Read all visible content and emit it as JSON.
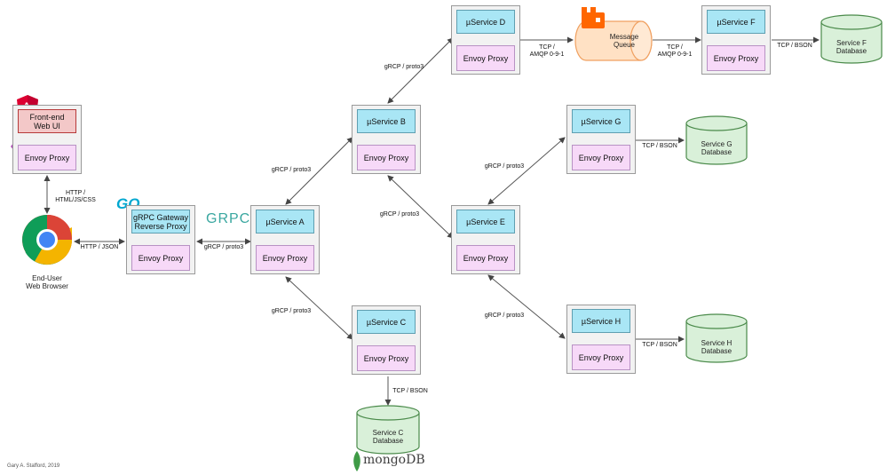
{
  "diagram": {
    "pods": {
      "frontend": {
        "service": "Front-end\nWeb UI",
        "proxy": "Envoy Proxy"
      },
      "gateway": {
        "service": "gRPC Gateway\nReverse Proxy",
        "proxy": "Envoy Proxy"
      },
      "a": {
        "service": "µService A",
        "proxy": "Envoy Proxy"
      },
      "b": {
        "service": "µService B",
        "proxy": "Envoy Proxy"
      },
      "c": {
        "service": "µService C",
        "proxy": "Envoy Proxy"
      },
      "d": {
        "service": "µService D",
        "proxy": "Envoy Proxy"
      },
      "e": {
        "service": "µService E",
        "proxy": "Envoy Proxy"
      },
      "f": {
        "service": "µService F",
        "proxy": "Envoy Proxy"
      },
      "g": {
        "service": "µService G",
        "proxy": "Envoy Proxy"
      },
      "h": {
        "service": "µService H",
        "proxy": "Envoy Proxy"
      }
    },
    "databases": {
      "c": "Service C\nDatabase",
      "f": "Service F\nDatabase",
      "g": "Service G\nDatabase",
      "h": "Service H\nDatabase"
    },
    "queue": "Message\nQueue",
    "browser": "End-User\nWeb Browser",
    "edges": {
      "frontend_browser": "HTTP /\nHTML/JS/CSS",
      "browser_gateway": "HTTP / JSON",
      "gateway_a": "gRCP / proto3",
      "a_b": "gRCP / proto3",
      "a_c": "gRCP / proto3",
      "b_d": "gRCP / proto3",
      "b_e": "gRCP / proto3",
      "e_g": "gRCP / proto3",
      "e_h": "gRCP / proto3",
      "d_queue": "TCP /\nAMQP 0-9-1",
      "queue_f": "TCP /\nAMQP 0-9-1",
      "f_db": "TCP / BSON",
      "g_db": "TCP / BSON",
      "h_db": "TCP / BSON",
      "c_db": "TCP / BSON"
    },
    "logos": {
      "angular": "A",
      "go": "GO",
      "grpc": "GRPC",
      "mongodb": "mongoDB"
    },
    "credit": "Gary A. Stafford, 2019",
    "colors": {
      "service_fill": "#a9e6f5",
      "proxy_fill": "#f7d9f8",
      "pod_fill": "#f2f2f2",
      "frontend_fill": "#f3c8c8",
      "database_fill": "#d9f0d9",
      "queue_fill": "#ffe1c4",
      "angular_red": "#dd0031",
      "rabbitmq_orange": "#ff6600"
    }
  }
}
